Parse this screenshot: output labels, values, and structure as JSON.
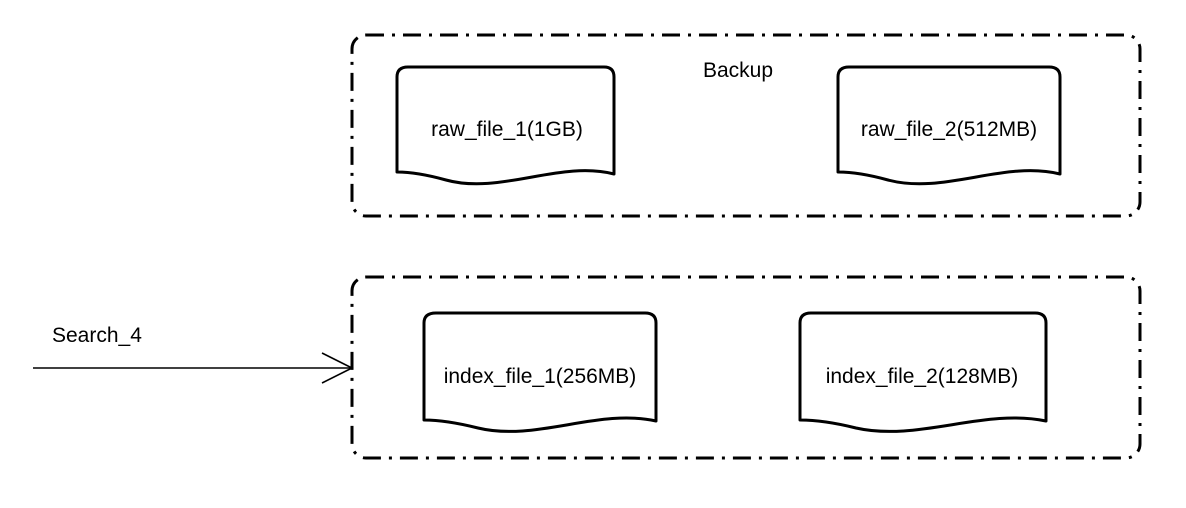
{
  "groups": {
    "backup": {
      "title": "Backup",
      "files": [
        "raw_file_1(1GB)",
        "raw_file_2(512MB)"
      ]
    },
    "index": {
      "title": "",
      "files": [
        "index_file_1(256MB)",
        "index_file_2(128MB)"
      ]
    }
  },
  "edges": {
    "search": {
      "label": "Search_4"
    }
  },
  "colors": {
    "stroke": "#000000",
    "background": "#ffffff"
  }
}
